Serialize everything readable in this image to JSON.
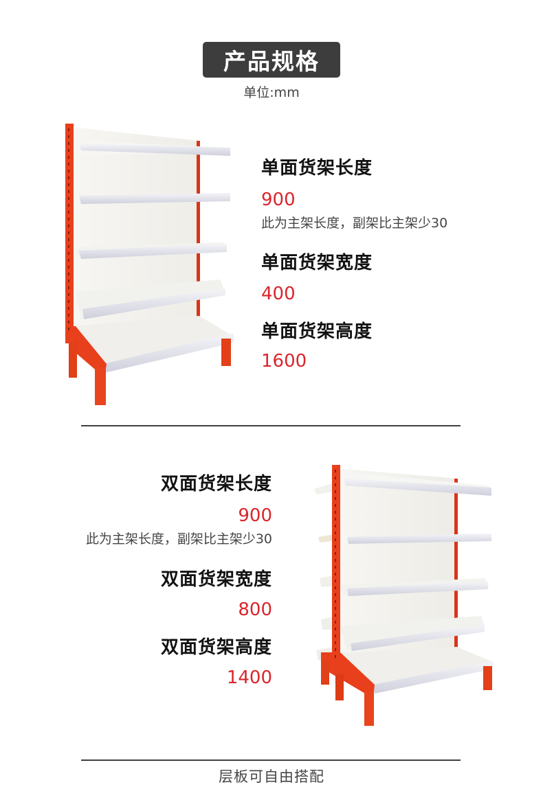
{
  "header": {
    "title": "产品规格",
    "unit": "单位:mm"
  },
  "single_sided": {
    "image_alt": "single-sided supermarket shelf, red uprights, white shelves",
    "specs": [
      {
        "label": "单面货架长度",
        "value": "900",
        "note": "此为主架长度，副架比主架少30"
      },
      {
        "label": "单面货架宽度",
        "value": "400"
      },
      {
        "label": "单面货架高度",
        "value": "1600"
      }
    ]
  },
  "double_sided": {
    "image_alt": "double-sided supermarket shelf, red uprights, white shelves",
    "specs": [
      {
        "label": "双面货架长度",
        "value": "900",
        "note": "此为主架长度，副架比主架少30"
      },
      {
        "label": "双面货架宽度",
        "value": "800"
      },
      {
        "label": "双面货架高度",
        "value": "1400"
      }
    ]
  },
  "footer": {
    "note": "层板可自由搭配"
  },
  "colors": {
    "badge_bg": "#3d3d3d",
    "value_red": "#d9262c",
    "frame_red": "#e8401c",
    "divider": "#3f3f3f"
  }
}
